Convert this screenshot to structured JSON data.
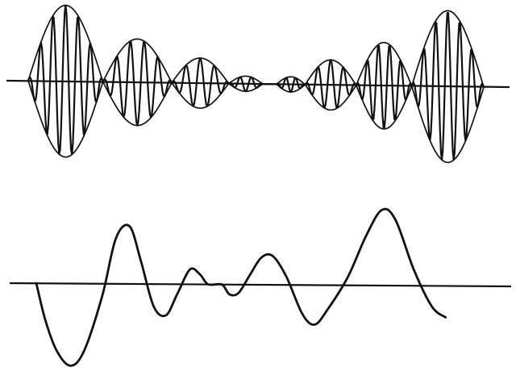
{
  "figure": {
    "colors": {
      "ink": "#111111",
      "background": "#ffffff"
    },
    "panels": [
      {
        "id": "top",
        "signal": "amplitude-modulated-carrier-with-envelope",
        "segments": [
          {
            "start": 0.0,
            "end": 0.164,
            "peak": 1.0,
            "cycles": 6
          },
          {
            "start": 0.164,
            "end": 0.315,
            "peak": 0.57,
            "cycles": 5
          },
          {
            "start": 0.315,
            "end": 0.44,
            "peak": 0.33,
            "cycles": 4
          },
          {
            "start": 0.44,
            "end": 0.515,
            "peak": 0.1,
            "cycles": 3
          },
          {
            "start": 0.545,
            "end": 0.608,
            "peak": 0.1,
            "cycles": 3
          },
          {
            "start": 0.608,
            "end": 0.72,
            "peak": 0.33,
            "cycles": 4
          },
          {
            "start": 0.72,
            "end": 0.842,
            "peak": 0.57,
            "cycles": 5
          },
          {
            "start": 0.842,
            "end": 1.0,
            "peak": 1.0,
            "cycles": 6
          }
        ]
      },
      {
        "id": "bottom",
        "signal": "demodulated-waveform",
        "points": [
          [
            0.0,
            0.0
          ],
          [
            0.02,
            -0.45
          ],
          [
            0.045,
            -0.82
          ],
          [
            0.075,
            -1.0
          ],
          [
            0.105,
            -0.82
          ],
          [
            0.145,
            -0.15
          ],
          [
            0.175,
            0.55
          ],
          [
            0.205,
            0.7
          ],
          [
            0.23,
            0.28
          ],
          [
            0.258,
            -0.27
          ],
          [
            0.285,
            -0.38
          ],
          [
            0.31,
            -0.12
          ],
          [
            0.338,
            0.18
          ],
          [
            0.36,
            0.12
          ],
          [
            0.378,
            0.0
          ],
          [
            0.408,
            0.0
          ],
          [
            0.425,
            -0.12
          ],
          [
            0.445,
            -0.1
          ],
          [
            0.47,
            0.12
          ],
          [
            0.495,
            0.33
          ],
          [
            0.52,
            0.35
          ],
          [
            0.55,
            0.1
          ],
          [
            0.585,
            -0.35
          ],
          [
            0.612,
            -0.48
          ],
          [
            0.64,
            -0.3
          ],
          [
            0.685,
            0.1
          ],
          [
            0.725,
            0.6
          ],
          [
            0.76,
            0.92
          ],
          [
            0.79,
            0.8
          ],
          [
            0.83,
            0.2
          ],
          [
            0.87,
            -0.25
          ],
          [
            0.9,
            -0.38
          ]
        ]
      }
    ]
  }
}
